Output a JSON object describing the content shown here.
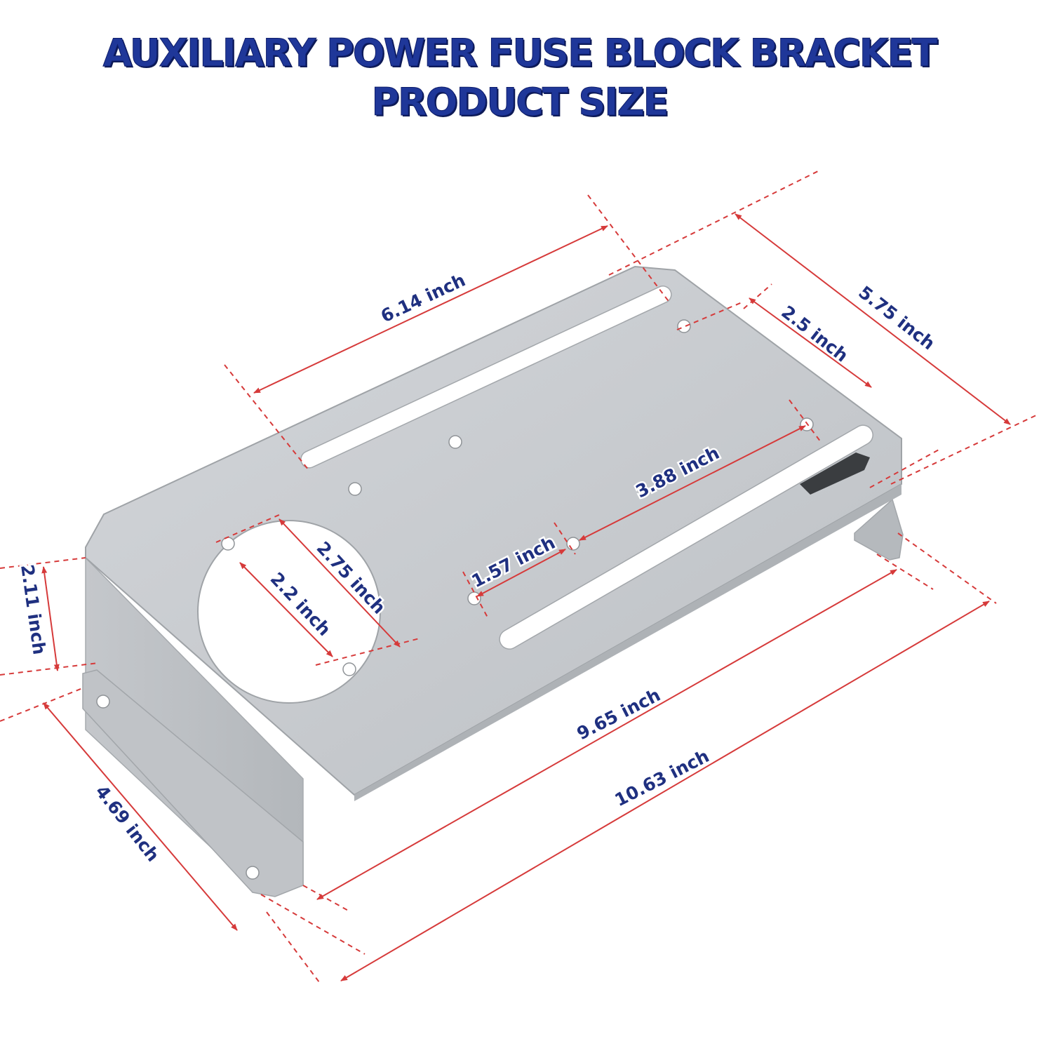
{
  "title": {
    "line1": "AUXILIARY POWER FUSE BLOCK BRACKET",
    "line2": "PRODUCT SIZE"
  },
  "colors": {
    "title": "#1f3799",
    "dimension_line": "#d63a3a",
    "label": "#1f3080",
    "metal": "#c9ccd0"
  },
  "dimensions": {
    "top_length": "6.14 inch",
    "right_width": "5.75 inch",
    "hole_spacing_right": "2.5 inch",
    "slot_hole_spacing": "3.88 inch",
    "hole_pair_spacing": "1.57 inch",
    "circle_outer": "2.75 inch",
    "circle_inner": "2.2 inch",
    "height": "2.11 inch",
    "front_length": "9.65 inch",
    "overall_length": "10.63 inch",
    "flange_width": "4.69 inch"
  }
}
